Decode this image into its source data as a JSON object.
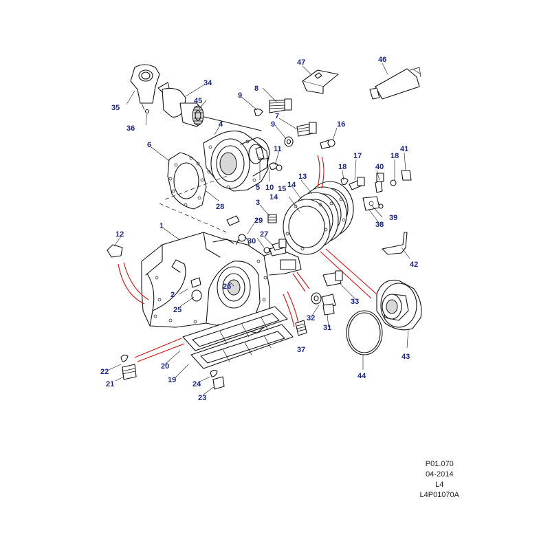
{
  "labels": [
    {
      "text": "1"
    },
    {
      "text": "2"
    },
    {
      "text": "3"
    },
    {
      "text": "4"
    },
    {
      "text": "5"
    },
    {
      "text": "6"
    },
    {
      "text": "7"
    },
    {
      "text": "8"
    },
    {
      "text": "9"
    },
    {
      "text": "9"
    },
    {
      "text": "10"
    },
    {
      "text": "11"
    },
    {
      "text": "12"
    },
    {
      "text": "13"
    },
    {
      "text": "14"
    },
    {
      "text": "14"
    },
    {
      "text": "15"
    },
    {
      "text": "16"
    },
    {
      "text": "17"
    },
    {
      "text": "18"
    },
    {
      "text": "18"
    },
    {
      "text": "19"
    },
    {
      "text": "20"
    },
    {
      "text": "21"
    },
    {
      "text": "22"
    },
    {
      "text": "23"
    },
    {
      "text": "24"
    },
    {
      "text": "25"
    },
    {
      "text": "26"
    },
    {
      "text": "27"
    },
    {
      "text": "28"
    },
    {
      "text": "29"
    },
    {
      "text": "30"
    },
    {
      "text": "31"
    },
    {
      "text": "32"
    },
    {
      "text": "33"
    },
    {
      "text": "34"
    },
    {
      "text": "35"
    },
    {
      "text": "36"
    },
    {
      "text": "37"
    },
    {
      "text": "38"
    },
    {
      "text": "39"
    },
    {
      "text": "40"
    },
    {
      "text": "41"
    },
    {
      "text": "42"
    },
    {
      "text": "43"
    },
    {
      "text": "44"
    },
    {
      "text": "45"
    },
    {
      "text": "46"
    },
    {
      "text": "47"
    }
  ],
  "reference": {
    "code": "P01.070",
    "date": "04-2014",
    "variant": "L4",
    "drawing_id": "L4P01070A"
  },
  "colors": {
    "label": "#1a2580",
    "highlight_lines": "#d01010",
    "linework": "#111111"
  }
}
